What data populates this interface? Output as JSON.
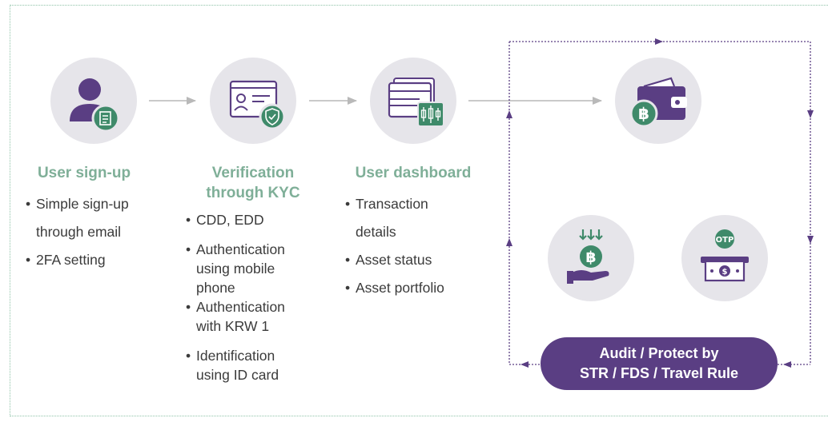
{
  "steps": [
    {
      "title": "User sign-up",
      "items": [
        "Simple sign-up through email",
        "2FA setting"
      ]
    },
    {
      "title_lines": [
        "Verification",
        "through KYC"
      ],
      "items": [
        "CDD, EDD",
        "Authentication using mobile phone",
        "Authentication with KRW 1",
        "Identification using ID card"
      ]
    },
    {
      "title": "User dashboard",
      "items": [
        "Transaction details",
        "Asset status",
        "Asset portfolio"
      ]
    }
  ],
  "otp_label": "OTP",
  "audit_lines": [
    "Audit / Protect by",
    "STR / FDS / Travel Rule"
  ],
  "colors": {
    "purple": "#5a3e83",
    "green": "#7faf98",
    "green_dark": "#3f8a6a",
    "circle": "#e6e5ea",
    "arrow": "#b9b9b9"
  },
  "icons": [
    "user-document-icon",
    "id-card-shield-icon",
    "dashboard-chart-icon",
    "bitcoin-wallet-icon",
    "bitcoin-deposit-icon",
    "otp-cash-icon"
  ]
}
